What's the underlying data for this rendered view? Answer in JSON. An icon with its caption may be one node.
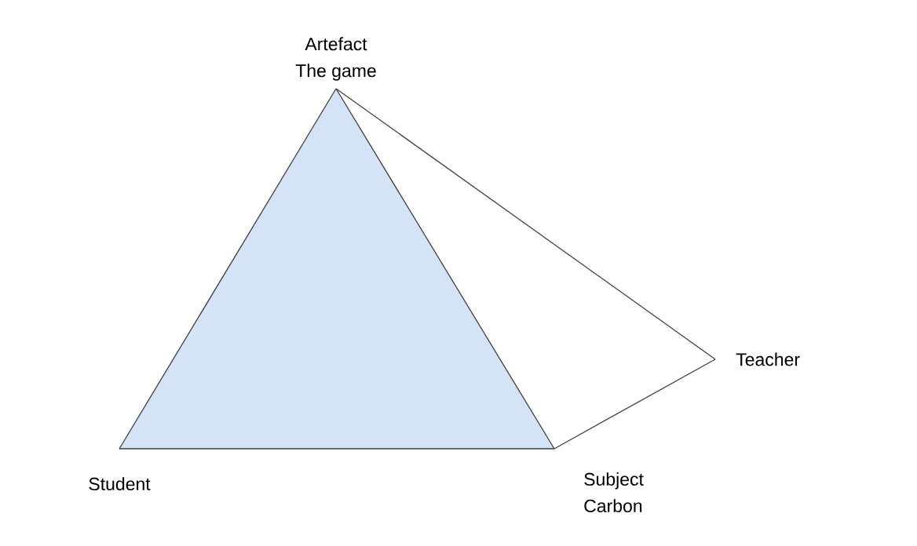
{
  "diagram": {
    "nodes": [
      {
        "text": [
          "Artefact",
          "The game"
        ]
      },
      {
        "text": [
          "Teacher"
        ]
      },
      {
        "text": [
          "Student"
        ]
      },
      {
        "text": [
          "Subject",
          "Carbon"
        ]
      }
    ],
    "edges": [
      {
        "from": 0,
        "to": 2,
        "arrow": "none"
      },
      {
        "from": 0,
        "to": 3,
        "arrow": "none"
      },
      {
        "from": 2,
        "to": 3,
        "arrow": "none"
      },
      {
        "from": 0,
        "to": 1,
        "arrow": "none"
      },
      {
        "from": 1,
        "to": 3,
        "arrow": "none"
      }
    ]
  }
}
